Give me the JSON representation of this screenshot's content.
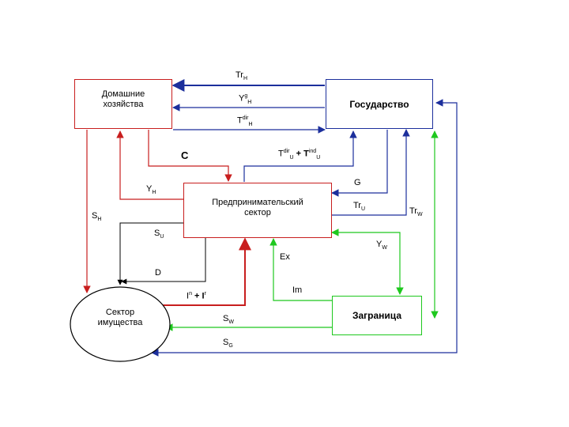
{
  "nodes": {
    "households": "Домашние хозяйства",
    "government": "Государство",
    "business": "Предпринимательский сектор",
    "property": "Сектор имущества",
    "abroad": "Заграница"
  },
  "labels": {
    "tr_h": {
      "main": "Tr",
      "sub": "H"
    },
    "yg_h": {
      "main": "Y",
      "sup": "g",
      "sub": "H"
    },
    "tdir_h": {
      "main": "T",
      "sup": "dir",
      "sub": "H"
    },
    "tax_u": {
      "main1": "T",
      "sup1": "dir",
      "sub1": "U",
      "op": " + T",
      "sup2": "ind",
      "sub2": "U"
    },
    "c": "C",
    "y_h": {
      "main": "Y",
      "sub": "H"
    },
    "g": "G",
    "s_h": {
      "main": "S",
      "sub": "H"
    },
    "tr_u": {
      "main": "Tr",
      "sub": "U"
    },
    "tr_w": {
      "main": "Tr",
      "sub": "W"
    },
    "s_u": {
      "main": "S",
      "sub": "U"
    },
    "y_w": {
      "main": "Y",
      "sub": "W"
    },
    "ex": "Ex",
    "d": "D",
    "im": "Im",
    "inv": {
      "main1": "I",
      "sup1": "n",
      "op": " + I",
      "sup2": "r"
    },
    "s_w": {
      "main": "S",
      "sub": "W"
    },
    "s_g": {
      "main": "S",
      "sub": "G"
    }
  },
  "colors": {
    "red": "#c81e1e",
    "blue": "#1c2f9c",
    "green": "#1ec81e",
    "black": "#000000"
  }
}
